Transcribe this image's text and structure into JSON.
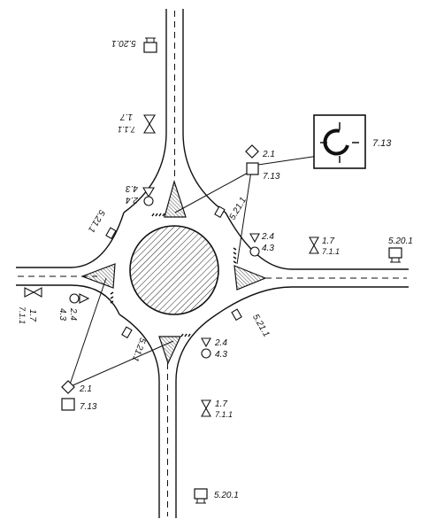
{
  "diagram": {
    "labels": {
      "top_520": "5.20.1",
      "top_17": "1.7",
      "top_711": "7.1.1",
      "top_24": "2.4",
      "top_43": "4.3",
      "top_5211": "5.21.1",
      "ne_21": "2.1",
      "ne_713": "7.13",
      "inset_713": "7.13",
      "center_5211": "5.21.1",
      "right_24": "2.4",
      "right_43": "4.3",
      "right_17": "1.7",
      "right_711": "7.1.1",
      "right_5201": "5.20.1",
      "left_711": "7.1.1",
      "left_17": "1.7",
      "left_24": "2.4",
      "left_43": "4.3",
      "lower_5211_left": "5.21.1",
      "lower_5211_right": "5.21.1",
      "bottom_24": "2.4",
      "bottom_43": "4.3",
      "sw_21": "2.1",
      "sw_713": "7.13",
      "bottom_17": "1.7",
      "bottom_711": "7.1.1",
      "bottom_5201": "5.20.1"
    },
    "colors": {
      "ink": "#111111",
      "background": "#ffffff"
    }
  }
}
